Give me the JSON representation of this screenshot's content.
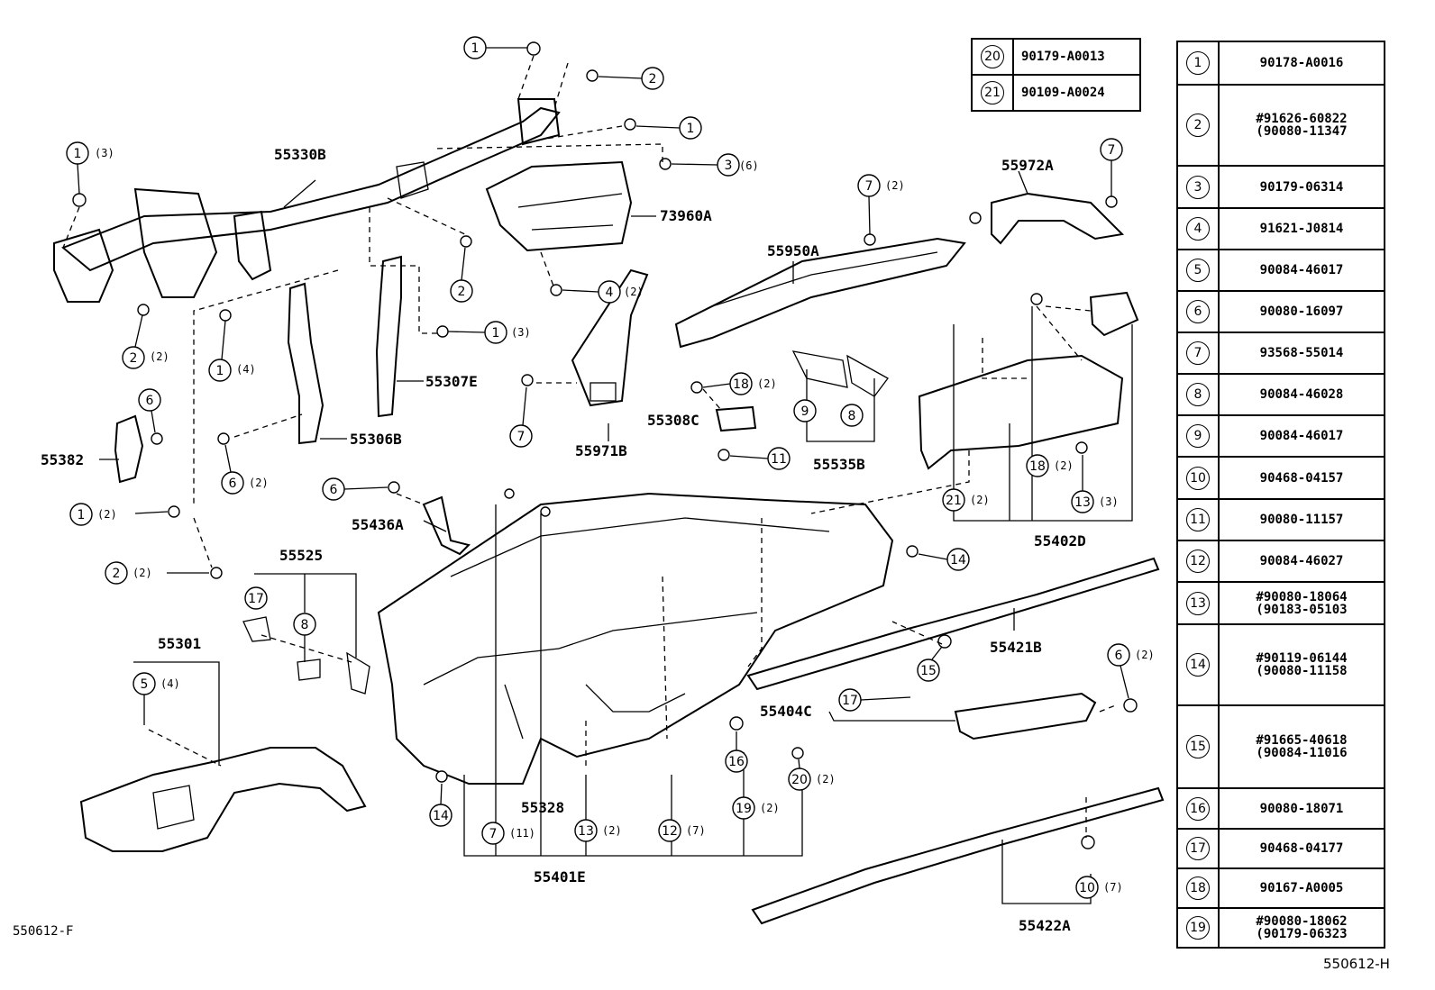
{
  "footer": {
    "left_code": "550612-F",
    "right_code": "550612-H"
  },
  "tables": {
    "small": [
      {
        "num": "20",
        "code": "90179-A0013"
      },
      {
        "num": "21",
        "code": "90109-A0024"
      }
    ],
    "main": [
      {
        "num": "1",
        "code": "90178-A0016"
      },
      {
        "num": "2",
        "code": "#91626-60822",
        "alt": "(90080-11347"
      },
      {
        "num": "3",
        "code": "90179-06314"
      },
      {
        "num": "4",
        "code": "91621-J0814"
      },
      {
        "num": "5",
        "code": "90084-46017"
      },
      {
        "num": "6",
        "code": "90080-16097"
      },
      {
        "num": "7",
        "code": "93568-55014"
      },
      {
        "num": "8",
        "code": "90084-46028"
      },
      {
        "num": "9",
        "code": "90084-46017"
      },
      {
        "num": "10",
        "code": "90468-04157"
      },
      {
        "num": "11",
        "code": "90080-11157"
      },
      {
        "num": "12",
        "code": "90084-46027"
      },
      {
        "num": "13",
        "code": "#90080-18064",
        "alt": "(90183-05103"
      },
      {
        "num": "14",
        "code": "#90119-06144",
        "alt": "(90080-11158"
      },
      {
        "num": "15",
        "code": "#91665-40618",
        "alt": "(90084-11016"
      },
      {
        "num": "16",
        "code": "90080-18071"
      },
      {
        "num": "17",
        "code": "90468-04177"
      },
      {
        "num": "18",
        "code": "90167-A0005"
      },
      {
        "num": "19",
        "code": "#90080-18062",
        "alt": "(90179-06323"
      }
    ]
  },
  "part_labels": {
    "p55330B": "55330B",
    "p73960A": "73960A",
    "p55972A": "55972A",
    "p55950A": "55950A",
    "p55307E": "55307E",
    "p55306B": "55306B",
    "p55382": "55382",
    "p55971B": "55971B",
    "p55308C": "55308C",
    "p55535B": "55535B",
    "p55402D": "55402D",
    "p55436A": "55436A",
    "p55525": "55525",
    "p55301": "55301",
    "p55421B": "55421B",
    "p55404C": "55404C",
    "p55328": "55328",
    "p55401E": "55401E",
    "p55422A": "55422A"
  },
  "callouts": {
    "c1": "1",
    "c2": "2",
    "c3": "3",
    "c4": "4",
    "c5": "5",
    "c6": "6",
    "c7": "7",
    "c8": "8",
    "c9": "9",
    "c10": "10",
    "c11": "11",
    "c12": "12",
    "c13": "13",
    "c14": "14",
    "c15": "15",
    "c16": "16",
    "c17": "17",
    "c18": "18",
    "c19": "19",
    "c20": "20",
    "c21": "21"
  },
  "quantities": {
    "q2": "(2)",
    "q3": "(3)",
    "q4": "(4)",
    "q6": "(6)",
    "q7": "(7)",
    "q11": "(11)"
  }
}
